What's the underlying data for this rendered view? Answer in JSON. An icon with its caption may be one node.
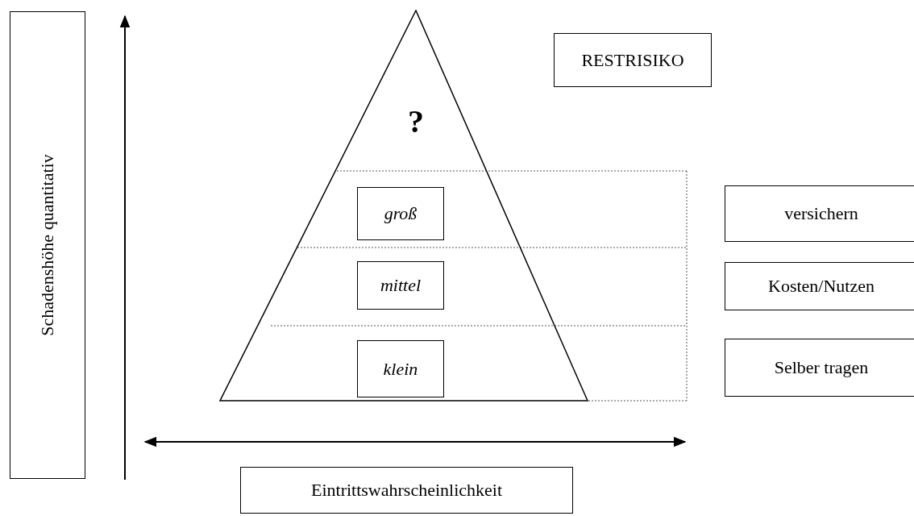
{
  "diagram": {
    "nodes": [
      {
        "text": [
          "Schadenshöhe quantitativ"
        ]
      },
      {
        "text": [
          "?"
        ]
      },
      {
        "text": [
          "groß"
        ],
        "in": 1
      },
      {
        "text": [
          "mittel"
        ],
        "in": 1
      },
      {
        "text": [
          "klein"
        ],
        "in": 1
      },
      {
        "text": [
          "RESTRISIKO"
        ]
      },
      {
        "text": [
          "versichern"
        ]
      },
      {
        "text": [
          "Kosten/Nutzen"
        ]
      },
      {
        "text": [
          "Selber tragen"
        ]
      },
      {
        "text": [
          "Eintrittswahrscheinlichkeit"
        ]
      }
    ],
    "edges": []
  }
}
